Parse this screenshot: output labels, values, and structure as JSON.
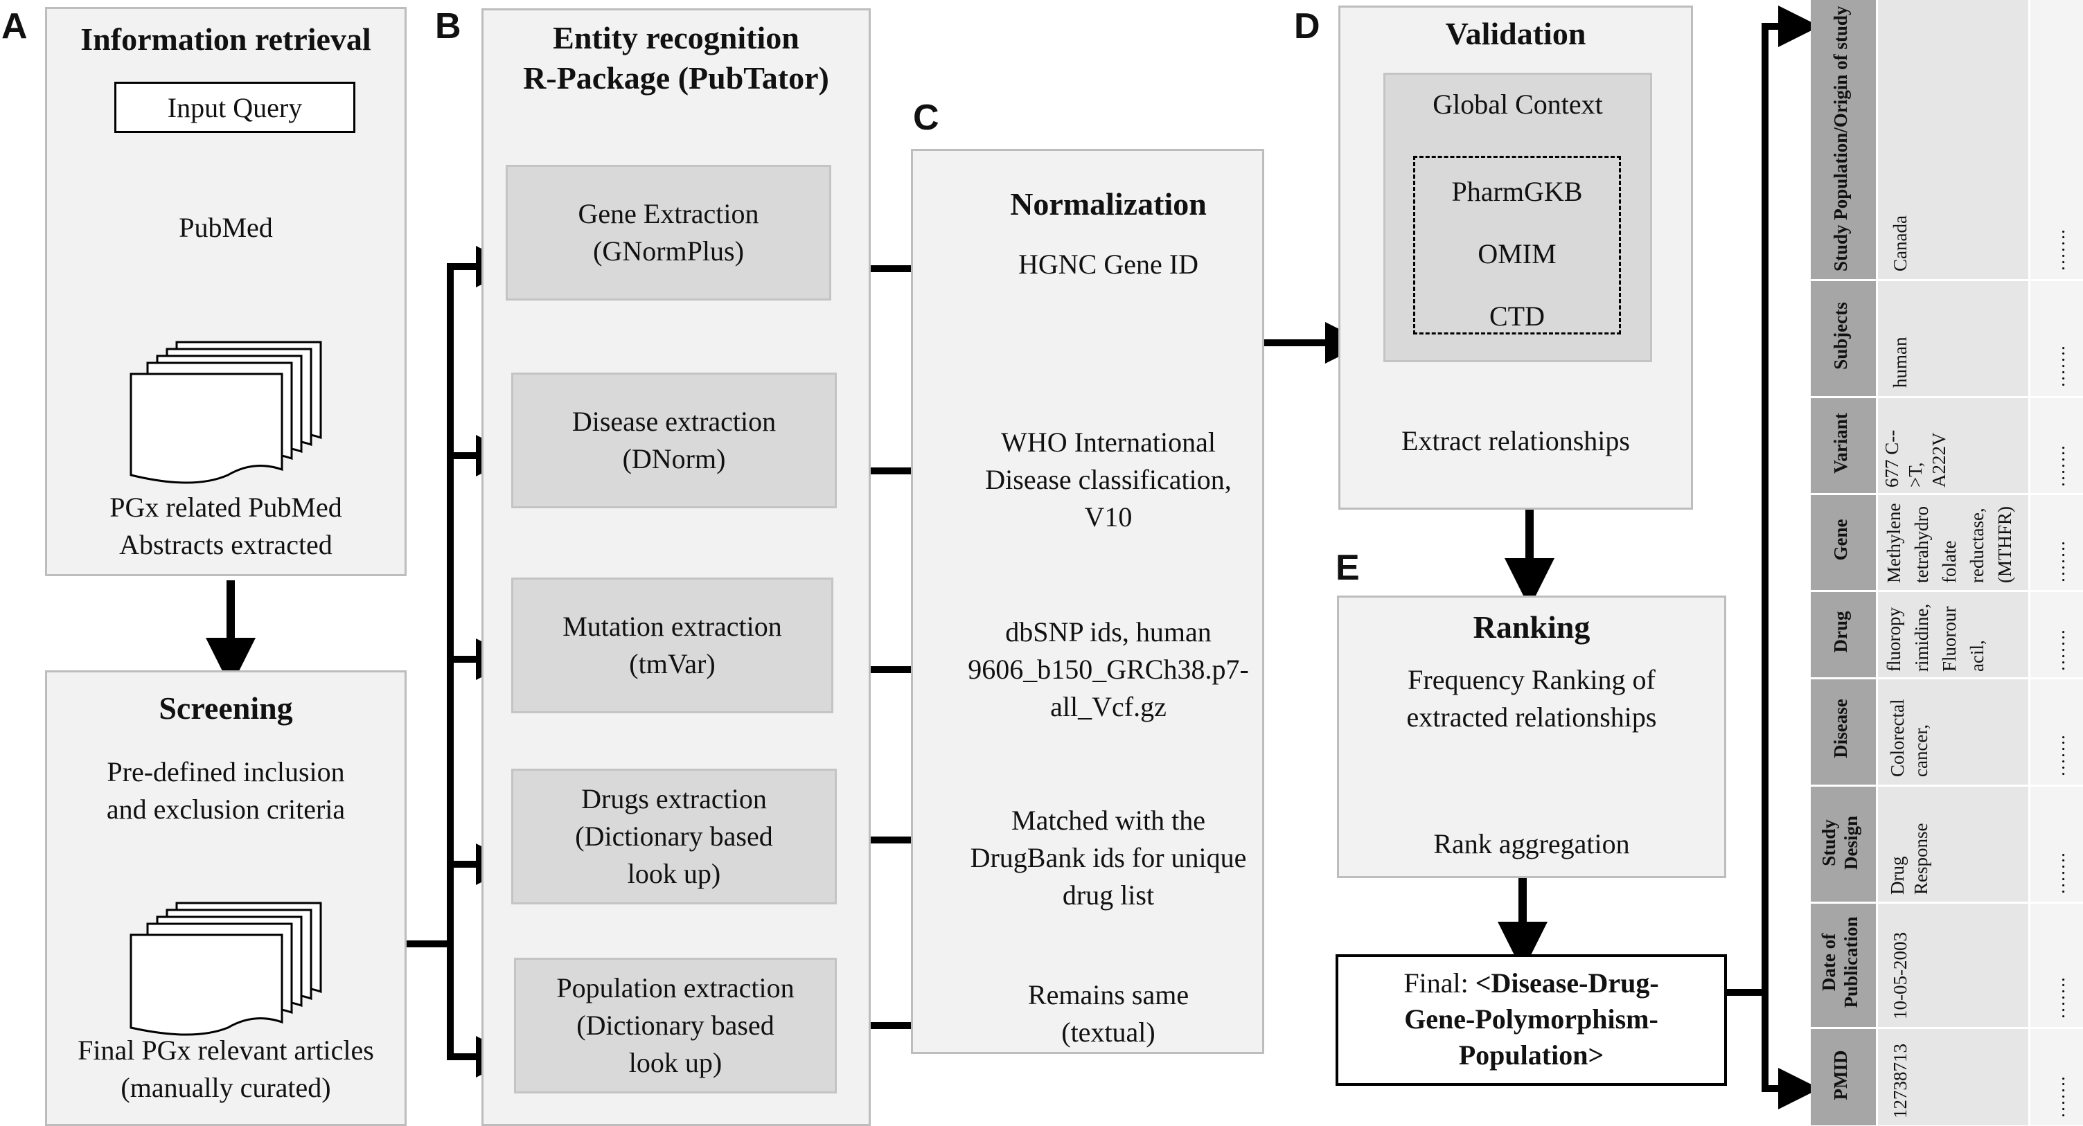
{
  "labels": {
    "a": "A",
    "b": "B",
    "c": "C",
    "d": "D",
    "e": "E"
  },
  "panel_a": {
    "title": "Information retrieval",
    "input_query": "Input Query",
    "pubmed": "PubMed",
    "extracted_line1": "PGx related PubMed",
    "extracted_line2": "Abstracts extracted"
  },
  "screening": {
    "title": "Screening",
    "criteria_line1": "Pre-defined inclusion",
    "criteria_line2": "and exclusion criteria",
    "final_line1": "Final PGx relevant articles",
    "final_line2": "(manually curated)"
  },
  "panel_b": {
    "title_line1": "Entity recognition",
    "title_line2": "R-Package (PubTator)",
    "boxes": [
      {
        "line1": "Gene Extraction",
        "line2": "(GNormPlus)",
        "line3": ""
      },
      {
        "line1": "Disease extraction",
        "line2": "(DNorm)",
        "line3": ""
      },
      {
        "line1": "Mutation extraction",
        "line2": "(tmVar)",
        "line3": ""
      },
      {
        "line1": "Drugs extraction",
        "line2": "(Dictionary based",
        "line3": "look up)"
      },
      {
        "line1": "Population extraction",
        "line2": "(Dictionary based",
        "line3": "look up)"
      }
    ]
  },
  "panel_c": {
    "title": "Normalization",
    "items": [
      {
        "line1": "HGNC Gene ID",
        "line2": "",
        "line3": ""
      },
      {
        "line1": "WHO International",
        "line2": "Disease classification,",
        "line3": "V10"
      },
      {
        "line1": "dbSNP ids, human",
        "line2": "9606_b150_GRCh38.p7-",
        "line3": "all_Vcf.gz"
      },
      {
        "line1": "Matched with the",
        "line2": "DrugBank ids for unique",
        "line3": "drug list"
      },
      {
        "line1": "Remains same",
        "line2": "(textual)",
        "line3": ""
      }
    ]
  },
  "panel_d": {
    "title": "Validation",
    "global_context": "Global Context",
    "databases": [
      "PharmGKB",
      "OMIM",
      "CTD"
    ],
    "extract": "Extract relationships"
  },
  "panel_e": {
    "title": "Ranking",
    "freq_line1": "Frequency Ranking of",
    "freq_line2": "extracted relationships",
    "aggregation": "Rank aggregation"
  },
  "final": {
    "prefix": "Final: ",
    "line1_bold": "<Disease-Drug-",
    "line2": "Gene-Polymorphism-",
    "line3": "Population>"
  },
  "table": {
    "rows": [
      {
        "header": "Study Population/Origin of study",
        "value": [
          "Canada"
        ],
        "more": "……."
      },
      {
        "header": "Subjects",
        "value": [
          "human"
        ],
        "more": "……."
      },
      {
        "header": "Variant",
        "value": [
          "677 C--",
          ">T,",
          "A222V"
        ],
        "more": "……."
      },
      {
        "header": "Gene",
        "value": [
          "Methylene",
          "tetrahydro",
          "folate",
          "reductase,",
          "(MTHFR)"
        ],
        "more": "……."
      },
      {
        "header": "Drug",
        "value": [
          "fluoropy",
          "rimidine,",
          "Fluorour",
          "acil,"
        ],
        "more": "……."
      },
      {
        "header": "Disease",
        "value": [
          "Colorectal",
          "cancer,"
        ],
        "more": "……."
      },
      {
        "header": "Study Design",
        "value": [
          "Drug",
          "Response"
        ],
        "more": "……."
      },
      {
        "header": "Date of Publication",
        "value": [
          "10-05-2003"
        ],
        "more": "……."
      },
      {
        "header": "PMID",
        "value": [
          "12738713"
        ],
        "more": "……."
      }
    ]
  }
}
